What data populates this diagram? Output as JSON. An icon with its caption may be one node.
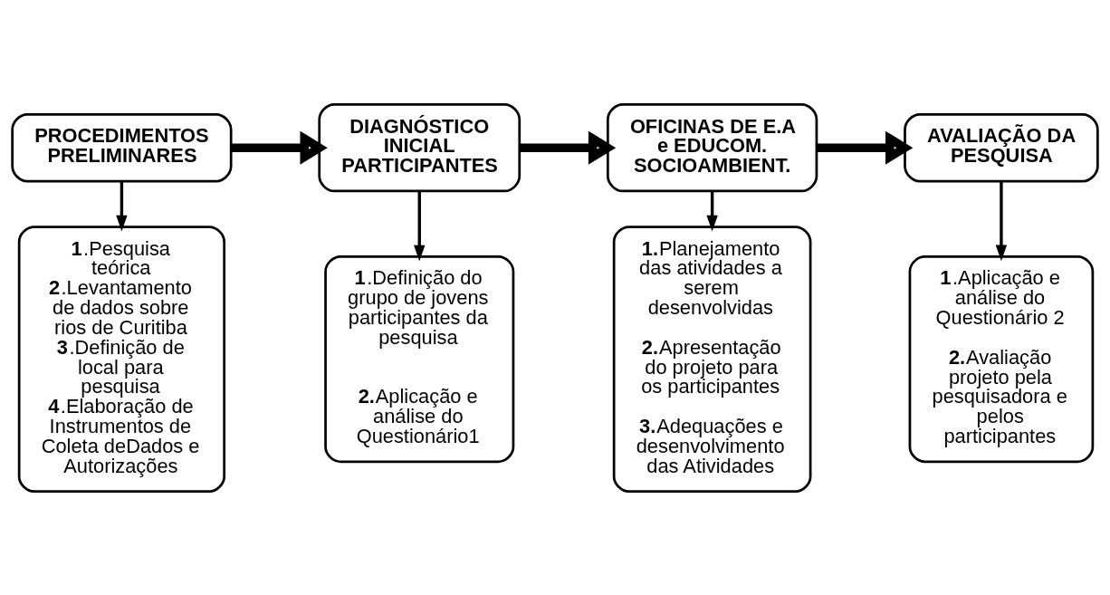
{
  "diagram": {
    "nodes": [
      {
        "text": [
          "PROCEDIMENTOS PRELIMINARES"
        ]
      },
      {
        "text": [
          "DIAGNÓSTICO INICIAL PARTICIPANTES"
        ]
      },
      {
        "text": [
          "OFICINAS DE E.A e EDUCOM. SOCIOAMBIENT."
        ]
      },
      {
        "text": [
          "AVALIAÇÃO DA PESQUISA"
        ]
      },
      {
        "text": [
          "**1**.Pesquisa teórica",
          "**2**.Levantamento de dados sobre rios de Curitiba",
          "**3**.Definição de local para pesquisa",
          "**4**.Elaboração de Instrumentos de Coleta deDados e Autorizações"
        ]
      },
      {
        "text": [
          "**1**.Definição do grupo de jovens participantes da pesquisa",
          "**2.**Aplicação e análise do Questionário1"
        ]
      },
      {
        "text": [
          "**1.**Planejamento das atividades a serem desenvolvidas",
          "**2.**Apresentação do projeto para os participantes",
          "**3.**Adequações e desenvolvimento das Atividades"
        ]
      },
      {
        "text": [
          "**1**.Aplicação e análise do Questionário 2",
          "**2.**Avaliação projeto pela pesquisadora e pelos participantes"
        ]
      }
    ],
    "edges": [
      {
        "from": 0,
        "to": 1,
        "arrow": "to",
        "style": "thick"
      },
      {
        "from": 1,
        "to": 2,
        "arrow": "to",
        "style": "thick"
      },
      {
        "from": 2,
        "to": 3,
        "arrow": "to",
        "style": "thick"
      },
      {
        "from": 0,
        "to": 4,
        "arrow": "to"
      },
      {
        "from": 1,
        "to": 5,
        "arrow": "to"
      },
      {
        "from": 2,
        "to": 6,
        "arrow": "to"
      },
      {
        "from": 3,
        "to": 7,
        "arrow": "to"
      }
    ]
  }
}
